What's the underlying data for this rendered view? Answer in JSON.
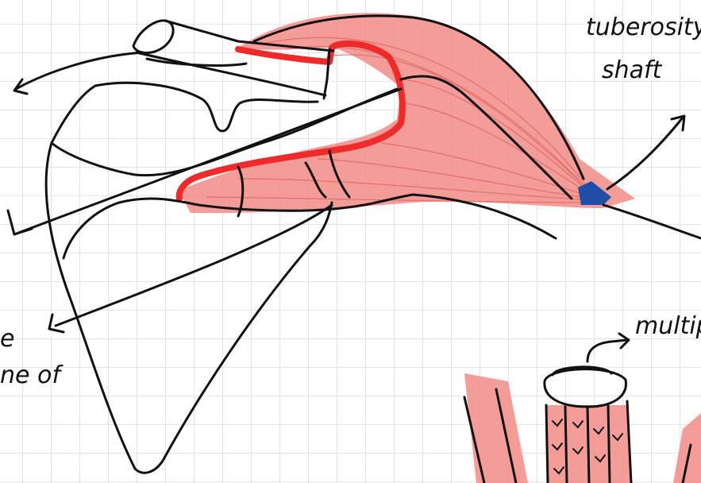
{
  "colors": {
    "background": "#ffffff",
    "grid": "#e3e3e6",
    "ink": "#111111",
    "muscle": "#f28b86",
    "muscle_outline": "#ef2a2a",
    "insertion": "#1f4fa8"
  },
  "labels": {
    "tuberosity_line": "tuberosity",
    "shaft_line": "shaft",
    "multifidus_label": "multip",
    "left_fragment_1": "e",
    "left_fragment_2": "ne of"
  }
}
